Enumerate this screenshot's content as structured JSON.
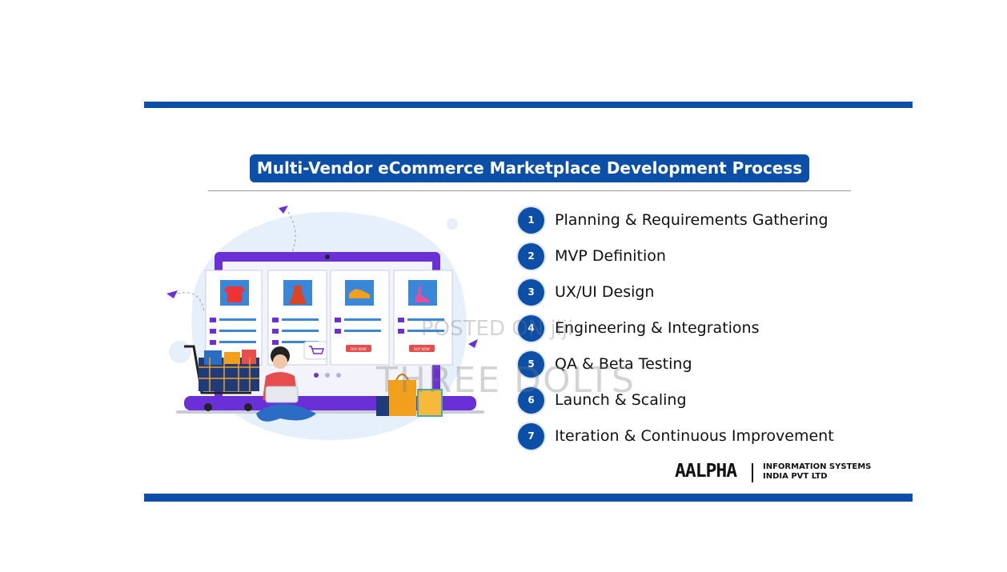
{
  "title": "Multi-Vendor eCommerce Marketplace Development Process",
  "steps": [
    {
      "num": "1",
      "label": "Planning & Requirements Gathering"
    },
    {
      "num": "2",
      "label": "MVP Definition"
    },
    {
      "num": "3",
      "label": "UX/UI Design"
    },
    {
      "num": "4",
      "label": "Engineering & Integrations"
    },
    {
      "num": "5",
      "label": "QA & Beta Testing"
    },
    {
      "num": "6",
      "label": "Launch & Scaling"
    },
    {
      "num": "7",
      "label": "Iteration & Continuous Improvement"
    }
  ],
  "logo": {
    "brand": "AALPHA",
    "subtitle_line1": "INFORMATION SYSTEMS",
    "subtitle_line2": "INDIA PVT LTD"
  },
  "watermark": {
    "line1": "POSTED ON jiji",
    "line2": "THREE DOLTS"
  },
  "illustration": {
    "button_label": "BUY NOW"
  },
  "colors": {
    "brand_blue": "#0b4fa8",
    "laptop_purple": "#6a2fd6",
    "light_blue": "#e6f0fb"
  }
}
